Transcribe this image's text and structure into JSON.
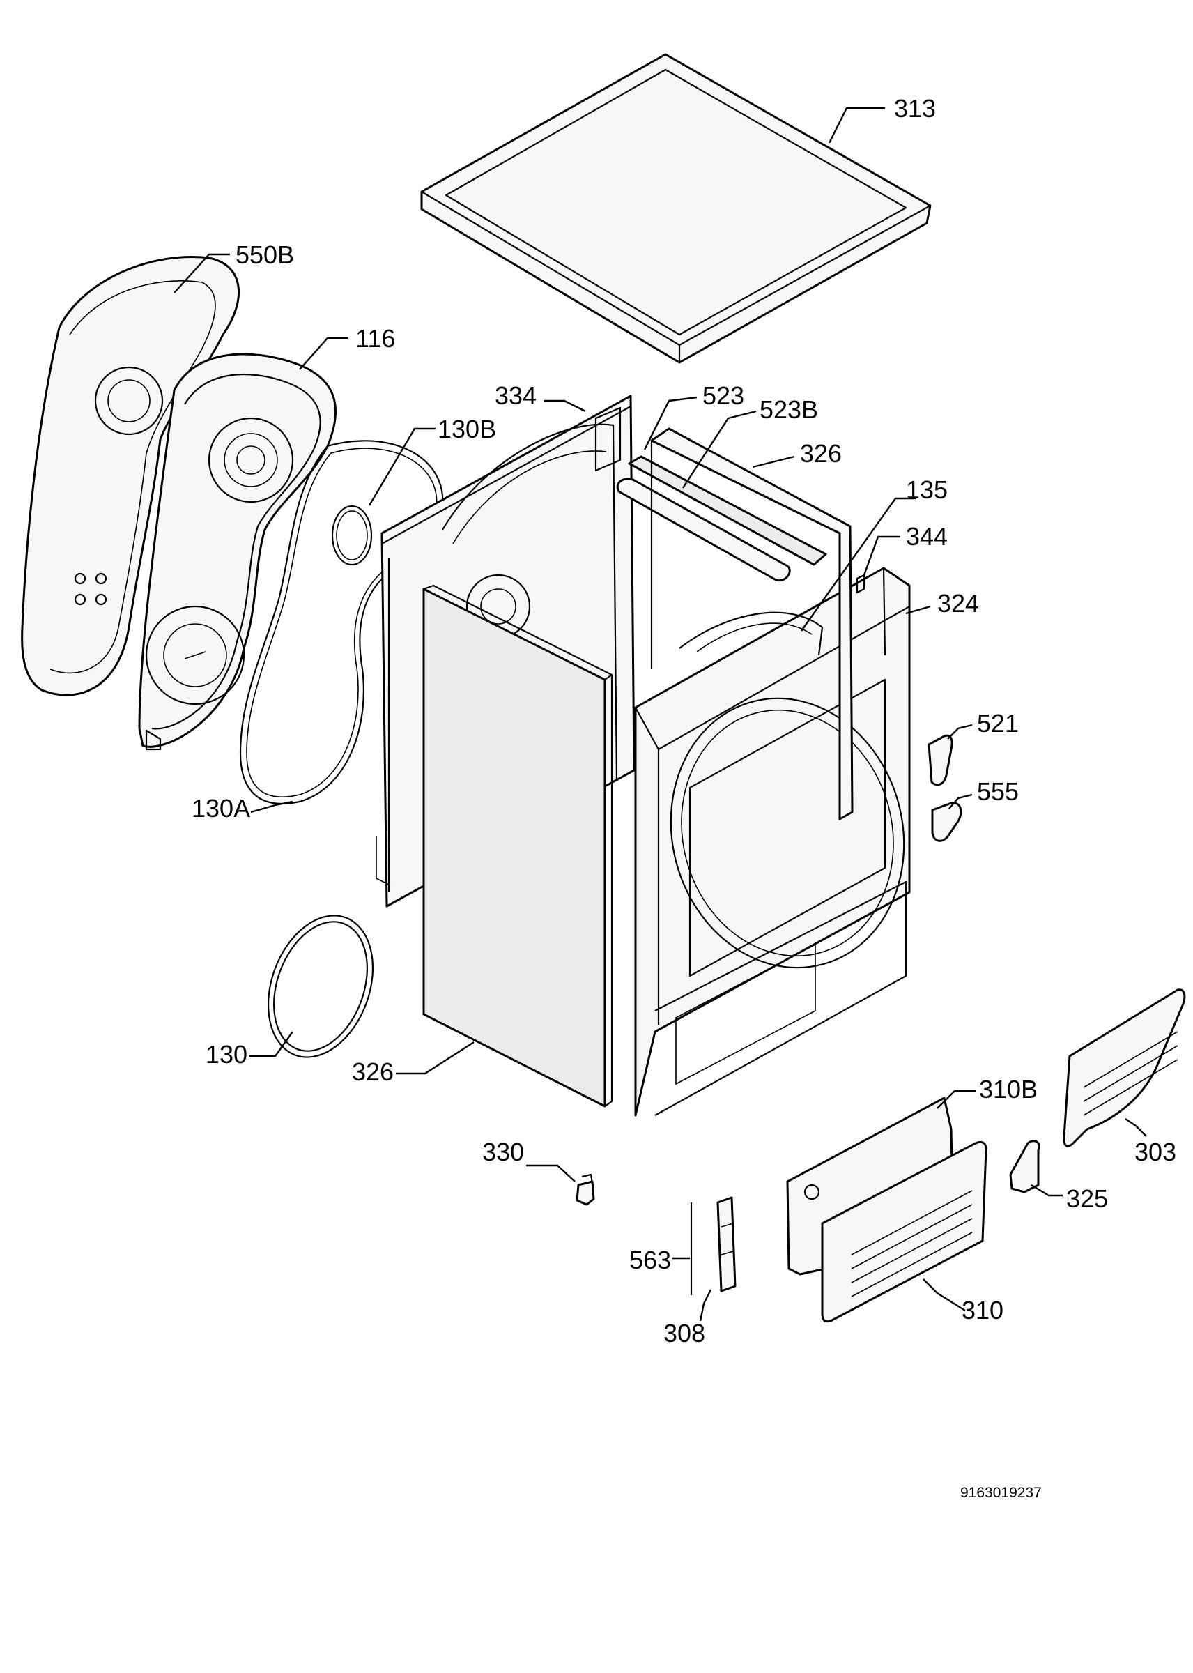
{
  "diagram": {
    "document_number": "9163019237",
    "callouts": [
      {
        "id": "313",
        "label": "313"
      },
      {
        "id": "550B",
        "label": "550B"
      },
      {
        "id": "116",
        "label": "116"
      },
      {
        "id": "130B",
        "label": "130B"
      },
      {
        "id": "334",
        "label": "334"
      },
      {
        "id": "523",
        "label": "523"
      },
      {
        "id": "523B",
        "label": "523B"
      },
      {
        "id": "326-top",
        "label": "326"
      },
      {
        "id": "135",
        "label": "135"
      },
      {
        "id": "344",
        "label": "344"
      },
      {
        "id": "324",
        "label": "324"
      },
      {
        "id": "521",
        "label": "521"
      },
      {
        "id": "555",
        "label": "555"
      },
      {
        "id": "130A",
        "label": "130A"
      },
      {
        "id": "130",
        "label": "130"
      },
      {
        "id": "326-side",
        "label": "326"
      },
      {
        "id": "310B",
        "label": "310B"
      },
      {
        "id": "303",
        "label": "303"
      },
      {
        "id": "330",
        "label": "330"
      },
      {
        "id": "325",
        "label": "325"
      },
      {
        "id": "563",
        "label": "563"
      },
      {
        "id": "308",
        "label": "308"
      },
      {
        "id": "310",
        "label": "310"
      }
    ]
  }
}
